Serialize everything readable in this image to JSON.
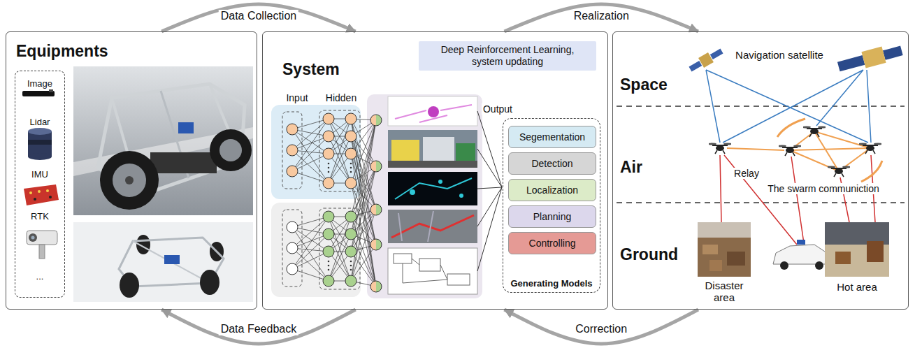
{
  "diagram": {
    "nodes": [
      {
        "text": [
          "Equipments"
        ]
      },
      {
        "text": [
          "Image",
          "Lidar",
          "IMU",
          "RTK",
          "..."
        ],
        "in": 0
      },
      {
        "text": [
          "System"
        ]
      },
      {
        "text": [
          "Deep Reinforcement Learning, system updating"
        ],
        "in": 2
      },
      {
        "text": [
          "Generating Models"
        ],
        "in": 2
      },
      {
        "text": [
          "Segementation"
        ],
        "in": 4
      },
      {
        "text": [
          "Detection"
        ],
        "in": 4
      },
      {
        "text": [
          "Localization"
        ],
        "in": 4
      },
      {
        "text": [
          "Planning"
        ],
        "in": 4
      },
      {
        "text": [
          "Controlling"
        ],
        "in": 4
      },
      {
        "text": [
          "Space",
          "Air",
          "Ground"
        ]
      }
    ],
    "edges": [
      {
        "from": 0,
        "to": 2,
        "arrow": "to",
        "label": "Data Collection"
      },
      {
        "from": 2,
        "to": 10,
        "arrow": "to",
        "label": "Realization"
      },
      {
        "from": 2,
        "to": 0,
        "arrow": "to",
        "label": "Data Feedback"
      },
      {
        "from": 10,
        "to": 2,
        "arrow": "to",
        "label": "Correction"
      }
    ],
    "labels": [
      "Input",
      "Hidden",
      "Output",
      "Navigation satellite",
      "Relay",
      "The swarm communiction",
      "Disaster area",
      "Hot area"
    ]
  }
}
